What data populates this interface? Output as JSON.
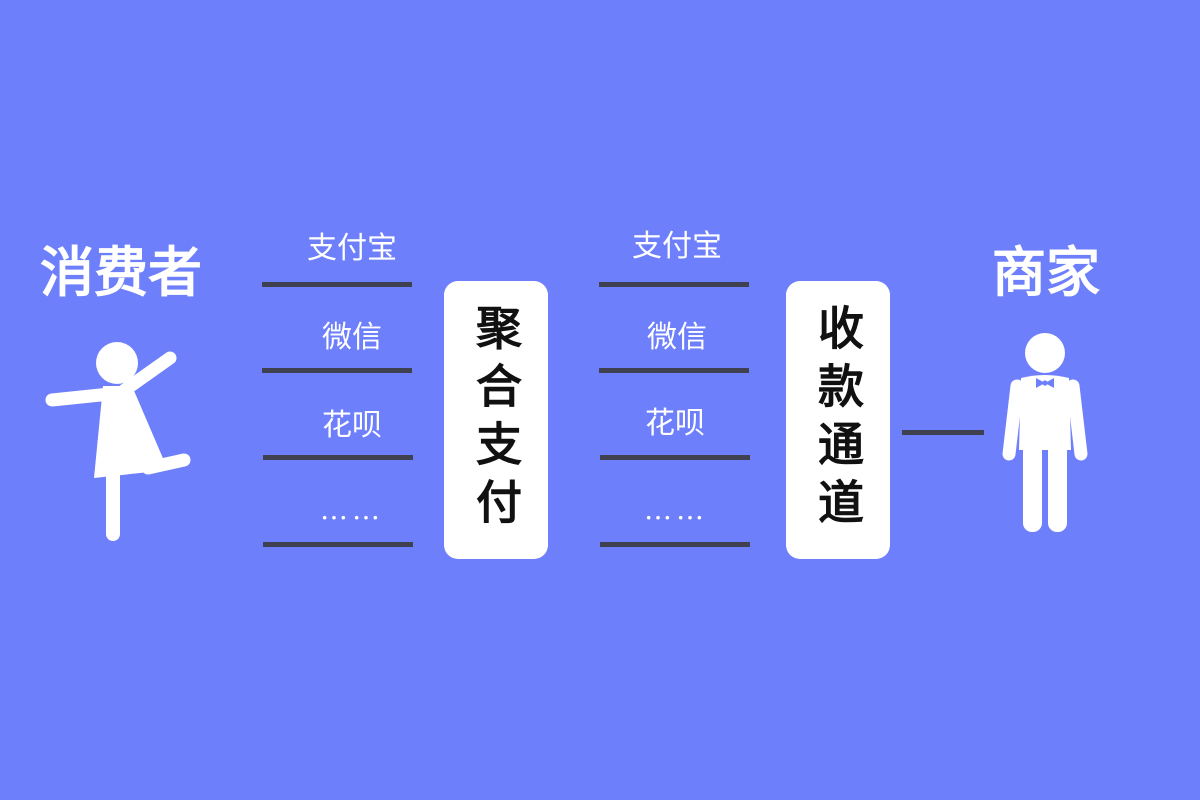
{
  "colors": {
    "background": "#6e7ffc",
    "line": "#3f4151",
    "box": "#ffffff",
    "box_text": "#111111",
    "title": "#ffffff"
  },
  "consumer": {
    "label": "消费者",
    "icon": "dancing-person-icon"
  },
  "merchant": {
    "label": "商家",
    "icon": "waiter-bowtie-icon"
  },
  "left_methods": [
    "支付宝",
    "微信",
    "花呗",
    "……"
  ],
  "right_methods": [
    "支付宝",
    "微信",
    "花呗",
    "……"
  ],
  "aggregator_box": {
    "label": "聚合支付"
  },
  "channel_box": {
    "label": "收款通道"
  }
}
